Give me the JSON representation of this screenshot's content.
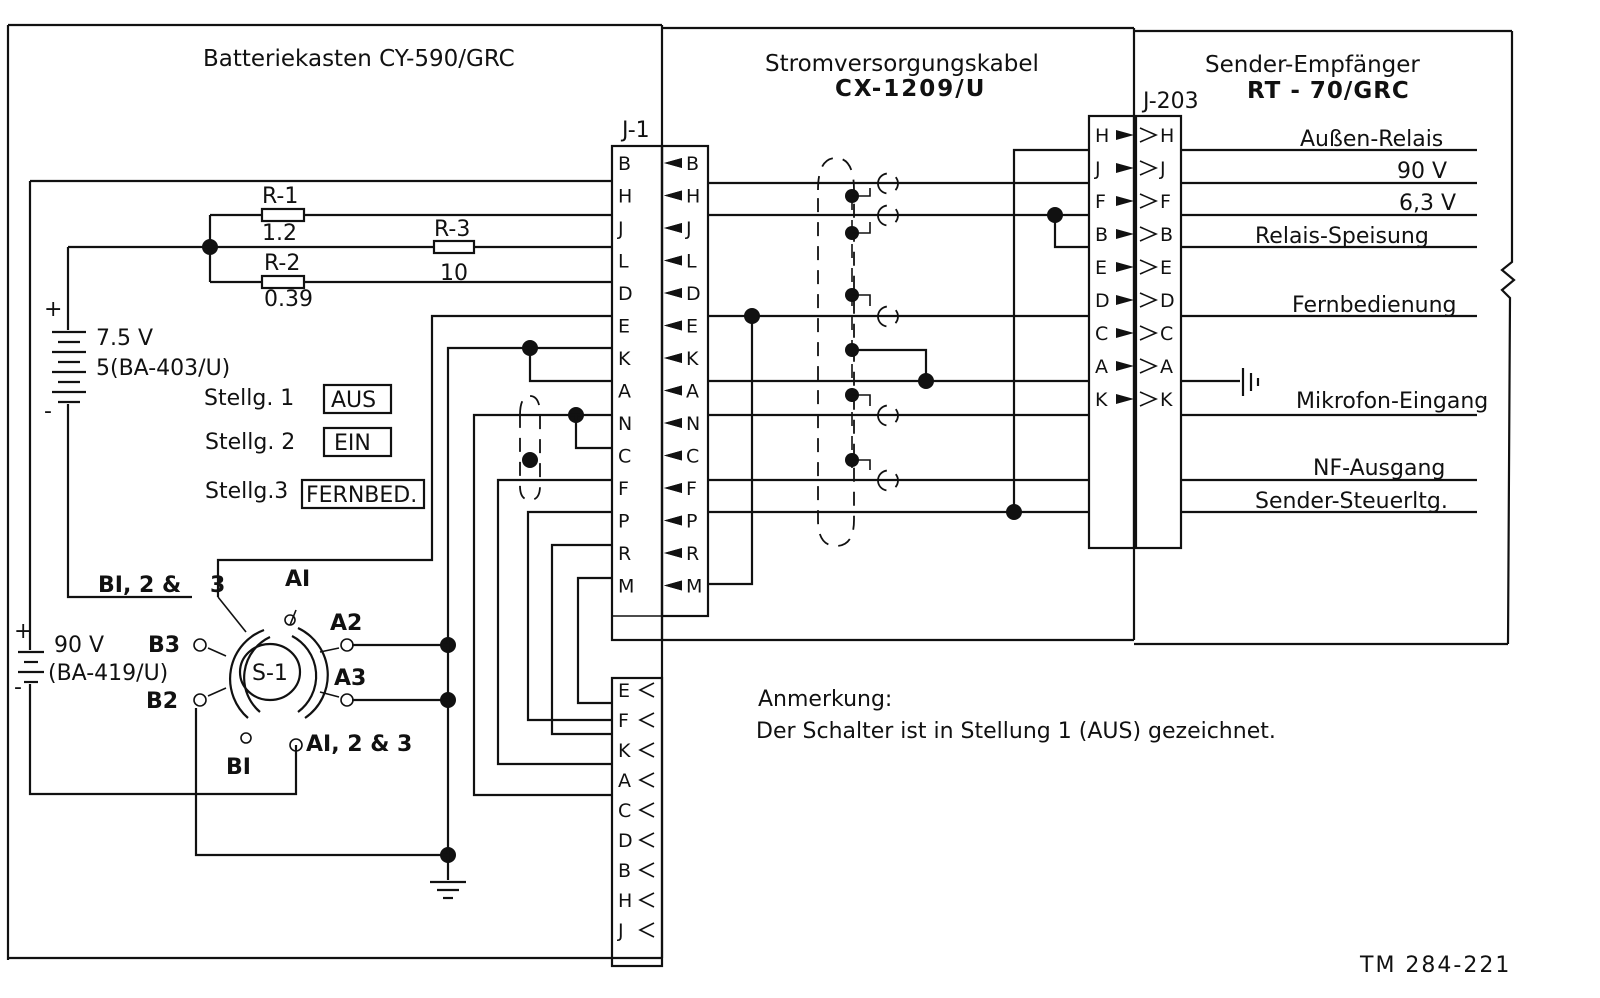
{
  "sections": {
    "battery_box": "Batteriekasten CY-590/GRC",
    "cable_line1": "Stromversorgungskabel",
    "cable_line2": "CX-1209/U",
    "receiver_line1": "Sender-Empfänger",
    "receiver_line2": "RT - 70/GRC"
  },
  "connectors": {
    "j1": "J-1",
    "j203": "J-203"
  },
  "j1_pins": [
    "B",
    "H",
    "J",
    "L",
    "D",
    "E",
    "K",
    "A",
    "N",
    "C",
    "F",
    "P",
    "R",
    "M"
  ],
  "j1_lower_pins": [
    "E",
    "F",
    "K",
    "A",
    "C",
    "D",
    "B",
    "H",
    "J"
  ],
  "cable_pins": [
    "B",
    "H",
    "J",
    "L",
    "D",
    "E",
    "K",
    "A",
    "N",
    "C",
    "F",
    "P",
    "R",
    "M"
  ],
  "j203_left_pins": [
    "H",
    "J",
    "F",
    "B",
    "E",
    "D",
    "C",
    "A",
    "K"
  ],
  "j203_right_pins": [
    "H",
    "J",
    "F",
    "B",
    "E",
    "D",
    "C",
    "A",
    "K"
  ],
  "receiver_signals": [
    "Außen-Relais",
    "90 V",
    "6,3 V",
    "Relais-Speisung",
    "Fernbedienung",
    "Mikrofon-Eingang",
    "NF-Ausgang",
    "Sender-Steuerltg."
  ],
  "components": {
    "r1_name": "R-1",
    "r1_value": "1.2",
    "r2_name": "R-2",
    "r2_value": "0.39",
    "r3_name": "R-3",
    "r3_value": "10",
    "bat1_plus": "+",
    "bat1_minus": "-",
    "bat1_voltage": "7.5 V",
    "bat1_type": "5(BA-403/U)",
    "bat2_plus": "+",
    "bat2_minus": "-",
    "bat2_voltage": "90 V",
    "bat2_type": "(BA-419/U)",
    "switch": "S-1"
  },
  "switch_positions": [
    {
      "label": "Stellg. 1",
      "value": "AUS"
    },
    {
      "label": "Stellg. 2",
      "value": "EIN"
    },
    {
      "label": "Stellg.3",
      "value": "FERNBED."
    }
  ],
  "switch_terminals": {
    "b123": "BI, 2 &",
    "three": "3",
    "a1_top": "AI",
    "a2": "A2",
    "a3": "A3",
    "b3": "B3",
    "b2": "B2",
    "b1": "BI",
    "a123": "AI, 2 & 3"
  },
  "note_title": "Anmerkung:",
  "note_text": "Der Schalter ist in Stellung 1 (AUS) gezeichnet.",
  "figure_id": "TM 284-221"
}
